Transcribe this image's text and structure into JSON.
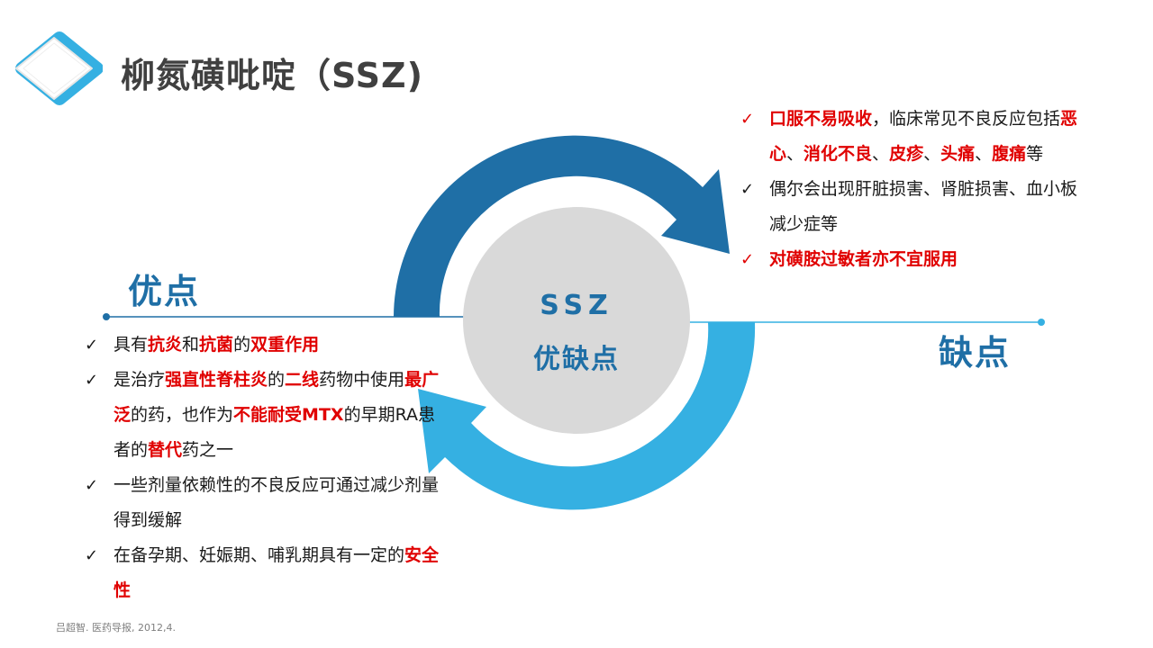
{
  "title": "柳氮磺吡啶（SSZ)",
  "colors": {
    "dark_blue": "#1f6fa6",
    "light_blue": "#35b0e2",
    "circle_gray": "#d9d9d9",
    "highlight_red": "#e00000"
  },
  "center": {
    "line1": "SSZ",
    "line2": "优缺点"
  },
  "pros": {
    "label": "优点",
    "items": [
      {
        "parts": [
          {
            "text": "具有"
          },
          {
            "text": "抗炎",
            "hl": true
          },
          {
            "text": "和"
          },
          {
            "text": "抗菌",
            "hl": true
          },
          {
            "text": "的"
          },
          {
            "text": "双重作用",
            "hl": true
          }
        ]
      },
      {
        "parts": [
          {
            "text": "是治疗"
          },
          {
            "text": "强直性脊柱炎",
            "hl": true
          },
          {
            "text": "的"
          },
          {
            "text": "二线",
            "hl": true
          },
          {
            "text": "药物中使用"
          },
          {
            "text": "最广泛",
            "hl": true
          },
          {
            "text": "的药，也作为"
          },
          {
            "text": "不能耐受MTX",
            "hl": true
          },
          {
            "text": "的早期RA患者的"
          },
          {
            "text": "替代",
            "hl": true
          },
          {
            "text": "药之一"
          }
        ]
      },
      {
        "parts": [
          {
            "text": "一些剂量依赖性的不良反应可通过减少剂量得到缓解"
          }
        ]
      },
      {
        "parts": [
          {
            "text": "在备孕期、妊娠期、哺乳期具有一定的"
          },
          {
            "text": "安全性",
            "hl": true
          }
        ]
      }
    ]
  },
  "cons": {
    "label": "缺点",
    "items": [
      {
        "check": "red",
        "parts": [
          {
            "text": "口服不易吸收",
            "hl": true
          },
          {
            "text": "，临床常见不良反应包括"
          },
          {
            "text": "恶心",
            "hl": true
          },
          {
            "text": "、"
          },
          {
            "text": "消化不良",
            "hl": true
          },
          {
            "text": "、"
          },
          {
            "text": "皮疹",
            "hl": true
          },
          {
            "text": "、"
          },
          {
            "text": "头痛",
            "hl": true
          },
          {
            "text": "、"
          },
          {
            "text": "腹痛",
            "hl": true
          },
          {
            "text": "等"
          }
        ]
      },
      {
        "check": "dark",
        "parts": [
          {
            "text": "偶尔会出现肝脏损害、肾脏损害、血小板减少症等"
          }
        ]
      },
      {
        "check": "red",
        "parts": [
          {
            "text": "对磺胺过敏者亦不宜服用",
            "hl": true
          }
        ]
      }
    ]
  },
  "citation": "吕超智. 医药导报, 2012,4."
}
